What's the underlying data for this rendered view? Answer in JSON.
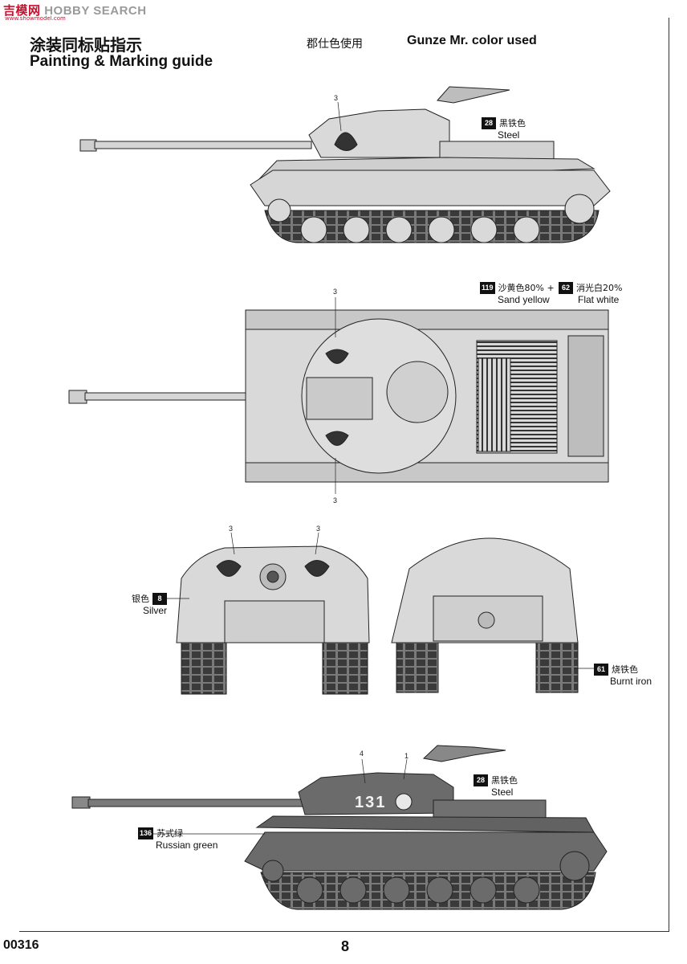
{
  "watermark": {
    "cn": "吉模网",
    "en": "HOBBY SEARCH",
    "sub": "www.showmodel.com"
  },
  "header": {
    "title_cn": "涂装同标贴指示",
    "title_en": "Painting & Marking guide",
    "gunze_cn": "郡仕色使用",
    "gunze_en": "Gunze Mr. color used"
  },
  "paints": {
    "steel_top": {
      "code": "28",
      "cn": "黑铁色",
      "en": "Steel"
    },
    "sand": {
      "code": "119",
      "cn": "沙黄色80% +",
      "en": "Sand yellow"
    },
    "flat_white": {
      "code": "62",
      "cn": "消光白20%",
      "en": "Flat white"
    },
    "silver": {
      "code": "8",
      "cn": "银色",
      "en": "Silver"
    },
    "burnt_iron": {
      "code": "61",
      "cn": "烧铁色",
      "en": "Burnt iron"
    },
    "steel_bottom": {
      "code": "28",
      "cn": "黑铁色",
      "en": "Steel"
    },
    "russian_green": {
      "code": "136",
      "cn": "苏式绿",
      "en": "Russian green"
    }
  },
  "decal_numbers": {
    "side_top": "3",
    "plan_top": "3",
    "plan_bottom": "3",
    "front_left": "3",
    "front_right": "3",
    "bottom_left": "4",
    "bottom_right": "1"
  },
  "turret_number": "131",
  "colors": {
    "sand": "#d9d9d9",
    "green": "#6b6b6b",
    "line": "#222222"
  },
  "footer": {
    "code": "00316",
    "page": "8"
  }
}
